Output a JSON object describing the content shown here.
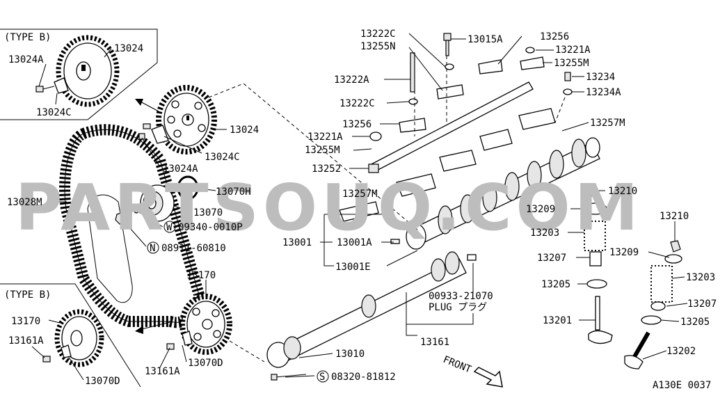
{
  "watermark": "PARTSOUQ.COM",
  "footer_code": "A130E 0037",
  "type_b_top": "(TYPE B)",
  "type_b_bottom": "(TYPE B)",
  "front_label": "FRONT",
  "plug_label": "PLUG プラグ",
  "labels": {
    "p13024_typeb": "13024",
    "p13024A_typeb": "13024A",
    "p13024C_typeb": "13024C",
    "p13024": "13024",
    "p13024C": "13024C",
    "p13024A": "13024A",
    "p13028M": "13028M",
    "p13070H": "13070H",
    "p13070": "13070",
    "p09340": "09340-0010P",
    "p08911": "08911-60810",
    "p13170_typeb": "13170",
    "p13161A_typeb": "13161A",
    "p13070D_typeb": "13070D",
    "p13170": "13170",
    "p13161A": "13161A",
    "p13070D": "13070D",
    "p13010": "13010",
    "p08320": "08320-81812",
    "p13161": "13161",
    "p00933": "00933-21070",
    "p13001": "13001",
    "p13001A": "13001A",
    "p13001E": "13001E",
    "p13222C_a": "13222C",
    "p13255N": "13255N",
    "p13222A": "13222A",
    "p13222C_b": "13222C",
    "p13256_a": "13256",
    "p13221A_a": "13221A",
    "p13255M_a": "13255M",
    "p13252": "13252",
    "p13257M_a": "13257M",
    "p13015A": "13015A",
    "p13256_b": "13256",
    "p13221A_b": "13221A",
    "p13255M_b": "13255M",
    "p13234": "13234",
    "p13234A": "13234A",
    "p13257M_b": "13257M",
    "p13210_a": "13210",
    "p13209_a": "13209",
    "p13203_a": "13203",
    "p13207_a": "13207",
    "p13205_a": "13205",
    "p13201": "13201",
    "p13210_b": "13210",
    "p13209_b": "13209",
    "p13203_b": "13203",
    "p13207_b": "13207",
    "p13205_b": "13205",
    "p13202": "13202"
  },
  "circle_prefixes": {
    "w": "W",
    "n": "N",
    "s": "S"
  }
}
